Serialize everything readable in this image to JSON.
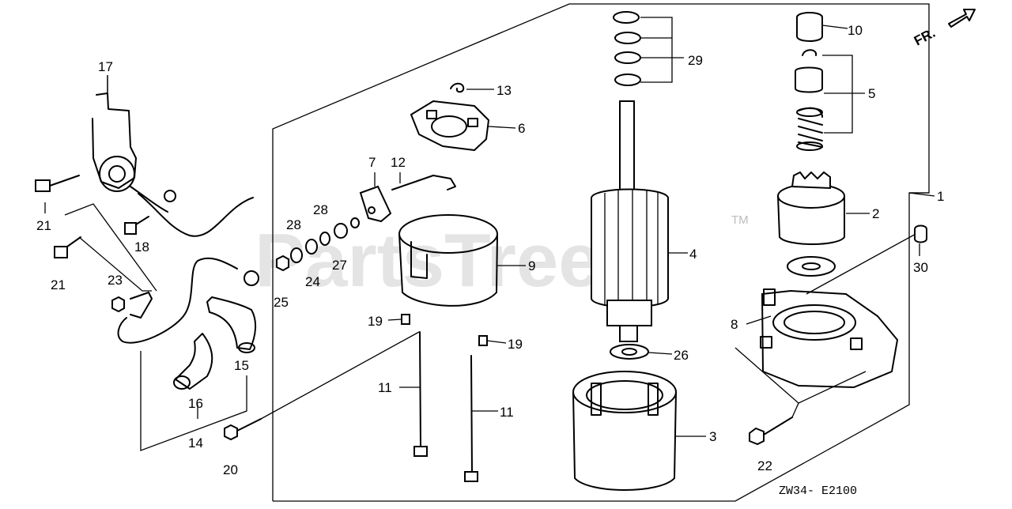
{
  "watermark": {
    "text": "PartsTree",
    "trademark": "TM"
  },
  "orientation": {
    "label": "FR."
  },
  "diagram_code": "ZW34- E2100",
  "callouts": {
    "c1": "1",
    "c2": "2",
    "c3": "3",
    "c4": "4",
    "c5": "5",
    "c6": "6",
    "c7": "7",
    "c8": "8",
    "c9": "9",
    "c10": "10",
    "c11a": "11",
    "c11b": "11",
    "c12": "12",
    "c13": "13",
    "c14": "14",
    "c15": "15",
    "c16": "16",
    "c17": "17",
    "c18": "18",
    "c19a": "19",
    "c19b": "19",
    "c20": "20",
    "c21a": "21",
    "c21b": "21",
    "c22": "22",
    "c23": "23",
    "c24": "24",
    "c25": "25",
    "c26": "26",
    "c27": "27",
    "c28a": "28",
    "c28b": "28",
    "c29": "29",
    "c30": "30"
  }
}
